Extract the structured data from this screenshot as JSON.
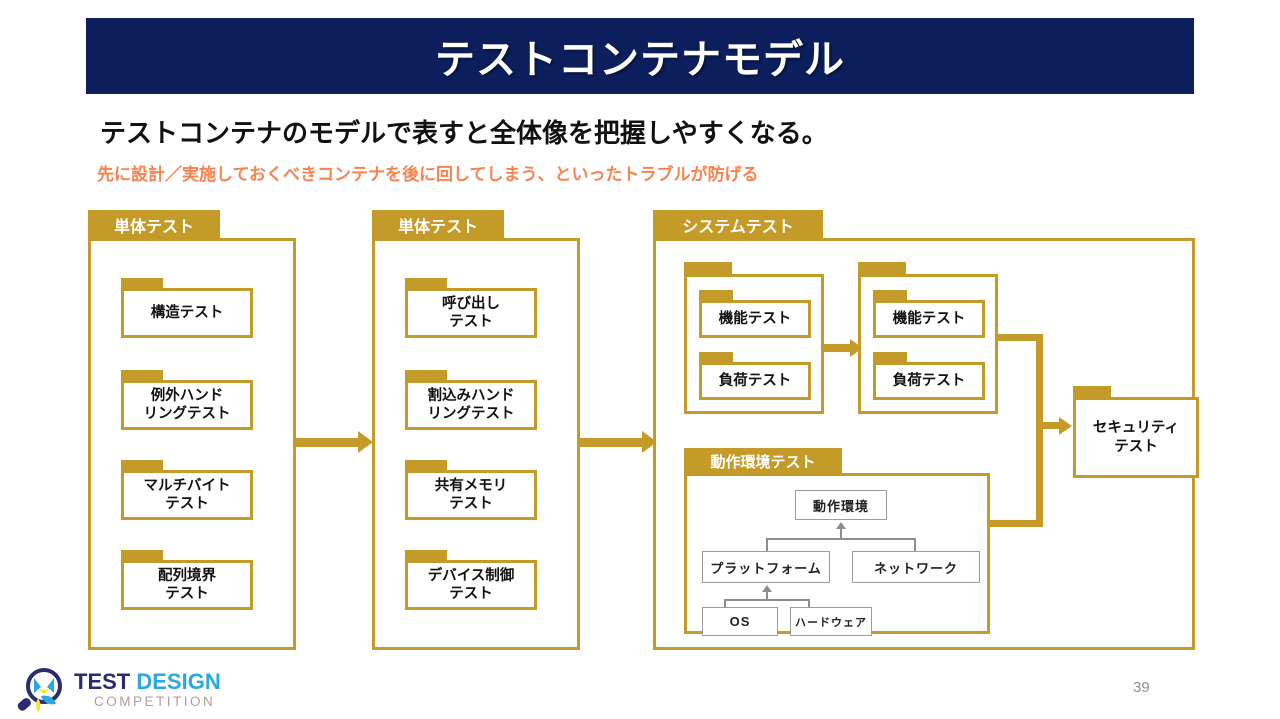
{
  "slide": {
    "title": "テストコンテナモデル",
    "lead": "テストコンテナのモデルで表すと全体像を把握しやすくなる。",
    "sub": "先に設計／実施しておくべきコンテナを後に回してしまう、といったトラブルが防げる",
    "page_number": "39"
  },
  "colors": {
    "banner_navy": "#0c1f5c",
    "container_gold": "#c49a29",
    "sub_orange": "#f8834f",
    "tree_gray": "#9b9b9b",
    "page_number_gray": "#8d8d93"
  },
  "footer_logo": {
    "word_test": "TEST",
    "word_design": "DESIGN",
    "word_competition": "COMPETITION"
  },
  "containers": [
    {
      "id": "unit-test-1",
      "tab_label": "単体テスト",
      "items": [
        "構造テスト",
        "例外ハンド\nリングテスト",
        "マルチバイト\nテスト",
        "配列境界\nテスト"
      ]
    },
    {
      "id": "unit-test-2",
      "tab_label": "単体テスト",
      "items": [
        "呼び出し\nテスト",
        "割込みハンド\nリングテスト",
        "共有メモリ\nテスト",
        "デバイス制御\nテスト"
      ]
    },
    {
      "id": "system-test",
      "tab_label": "システムテスト",
      "groups": [
        {
          "id": "sys-group-1",
          "items": [
            "機能テスト",
            "負荷テスト"
          ]
        },
        {
          "id": "sys-group-2",
          "items": [
            "機能テスト",
            "負荷テスト"
          ]
        }
      ],
      "env_container": {
        "tab_label": "動作環境テスト",
        "tree": {
          "root": "動作環境",
          "level2": [
            "プラットフォーム",
            "ネットワーク"
          ],
          "level3": [
            "OS",
            "ハードウェア"
          ]
        }
      }
    }
  ],
  "security_test": {
    "label": "セキュリティ\nテスト"
  },
  "flow_arrows": [
    {
      "id": "arrow-unit1-to-unit2"
    },
    {
      "id": "arrow-unit2-to-system"
    },
    {
      "id": "arrow-sysgroup1-to-sysgroup2"
    },
    {
      "id": "arrow-merge-to-security"
    }
  ]
}
